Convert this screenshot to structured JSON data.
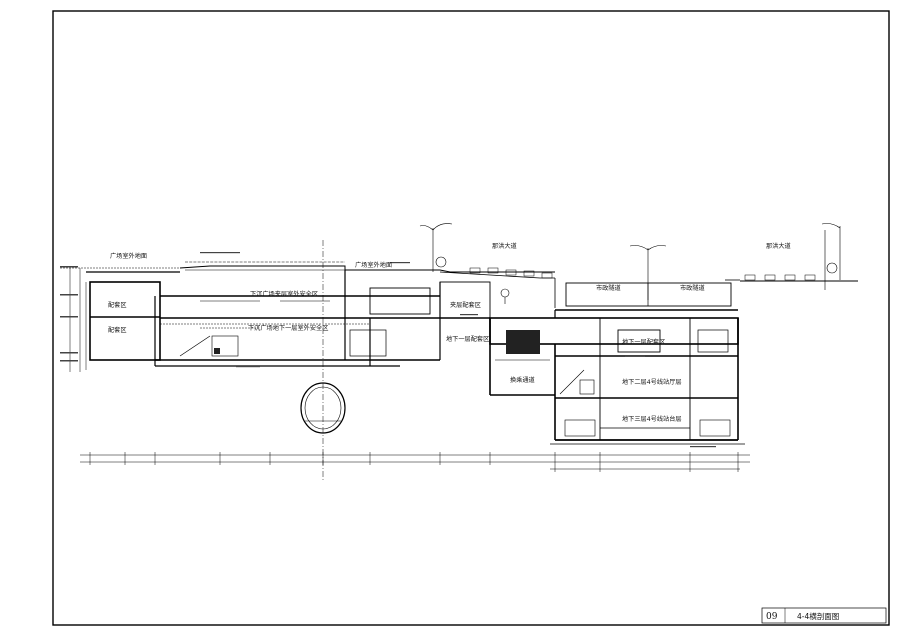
{
  "labels": {
    "plaza_ground": "广场室外地面",
    "plaza_ground_2": "广场室外地面",
    "nahong_road_1": "那洪大道",
    "nahong_road_2": "那洪大道",
    "municipal_tunnel_1": "市政隧道",
    "municipal_tunnel_2": "市政隧道",
    "mezzanine_safety": "下沉广场夹层室外安全区",
    "b1_safety": "下沉广场地下一层室外安全区",
    "support_upper": "配套区",
    "support_lower": "配套区",
    "mezzanine_support": "夹层配套区",
    "b1_support_left": "地下一层配套区",
    "b1_support_right": "地下一层配套区",
    "transfer_passage": "换乘通道",
    "b2_hall": "地下二层4号线站厅层",
    "b3_platform": "地下三层4号线站台层"
  },
  "title_block": {
    "sheet_no": "09",
    "sheet_title": "4-4横剖面图"
  }
}
